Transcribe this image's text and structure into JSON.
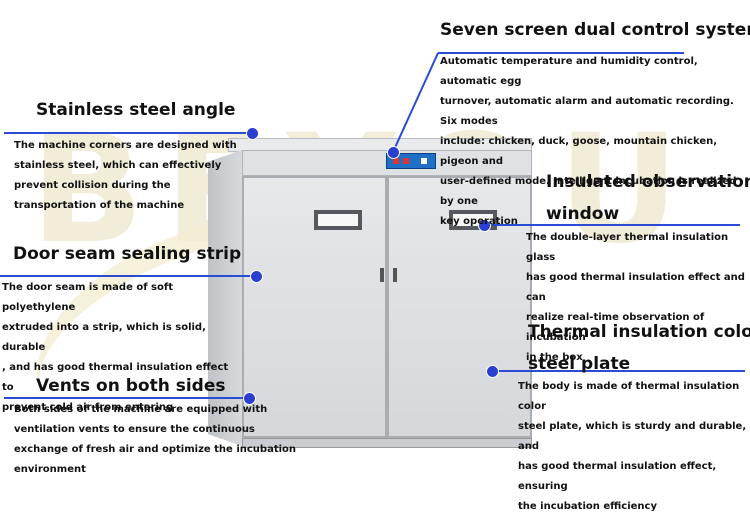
{
  "watermark": "BEYOU",
  "labels": {
    "seven_screen": {
      "title": "Seven screen dual control system",
      "desc_lines": [
        "Automatic temperature and humidity control, automatic egg",
        "turnover, automatic alarm and automatic recording. Six modes",
        "include: chicken, duck, goose, mountain chicken, pigeon and",
        "user-defined mode. Intelligent incubation is realized by one",
        "key operation"
      ]
    },
    "stainless": {
      "title": "Stainless steel angle",
      "desc_lines": [
        "The machine corners are designed with",
        "stainless steel, which can effectively",
        "prevent collision during the",
        "transportation of the machine"
      ]
    },
    "observation": {
      "title_lines": [
        "Insulated observation",
        "window"
      ],
      "desc_lines": [
        "The double-layer thermal insulation glass",
        "has good thermal insulation effect and can",
        "realize real-time observation of incubation",
        "in the box"
      ]
    },
    "door_seam": {
      "title": "Door seam sealing strip",
      "desc_lines": [
        "The door seam is made of soft polyethylene",
        "extruded into a strip, which is solid, durable",
        ", and has good thermal insulation effect to",
        "prevent cold air from entering"
      ]
    },
    "thermal_plate": {
      "title_lines": [
        "Thermal insulation color",
        "steel plate"
      ],
      "desc_lines": [
        "The body is made of thermal insulation color",
        "steel plate, which is sturdy and durable, and",
        "has good thermal insulation effect, ensuring",
        "the incubation efficiency"
      ]
    },
    "vents": {
      "title": "Vents on both sides",
      "desc_lines": [
        "Both sides of the machine are equipped with",
        "ventilation vents to ensure the continuous",
        "exchange of fresh air and optimize the incubation environment"
      ]
    }
  },
  "colors": {
    "accent": "#2a4cd4",
    "dot": "#2a3fd0",
    "watermark": "#f1ecd4"
  }
}
